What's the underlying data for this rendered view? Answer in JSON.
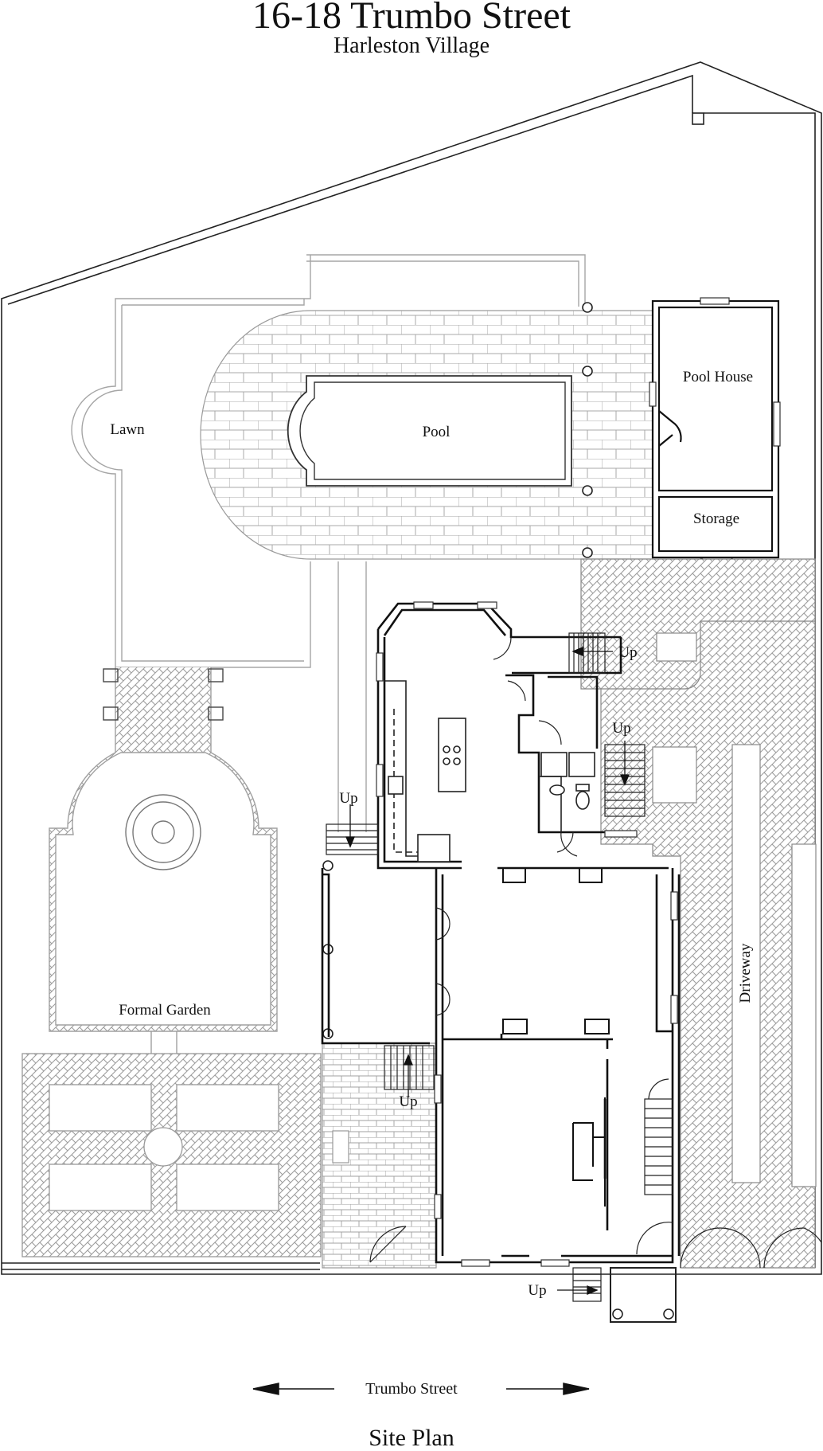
{
  "title": "16-18 Trumbo Street",
  "subtitle": "Harleston Village",
  "footer": "Site Plan",
  "street_label": "Trumbo Street",
  "areas": {
    "lawn": "Lawn",
    "pool": "Pool",
    "pool_house": "Pool House",
    "storage": "Storage",
    "formal_garden": "Formal Garden",
    "driveway": "Driveway"
  },
  "stair_labels": [
    "Up",
    "Up",
    "Up",
    "Up",
    "Up"
  ],
  "colors": {
    "line": "#1a1a1a",
    "garden_line": "#9a9a9a",
    "paving": "#bdbdbd"
  }
}
